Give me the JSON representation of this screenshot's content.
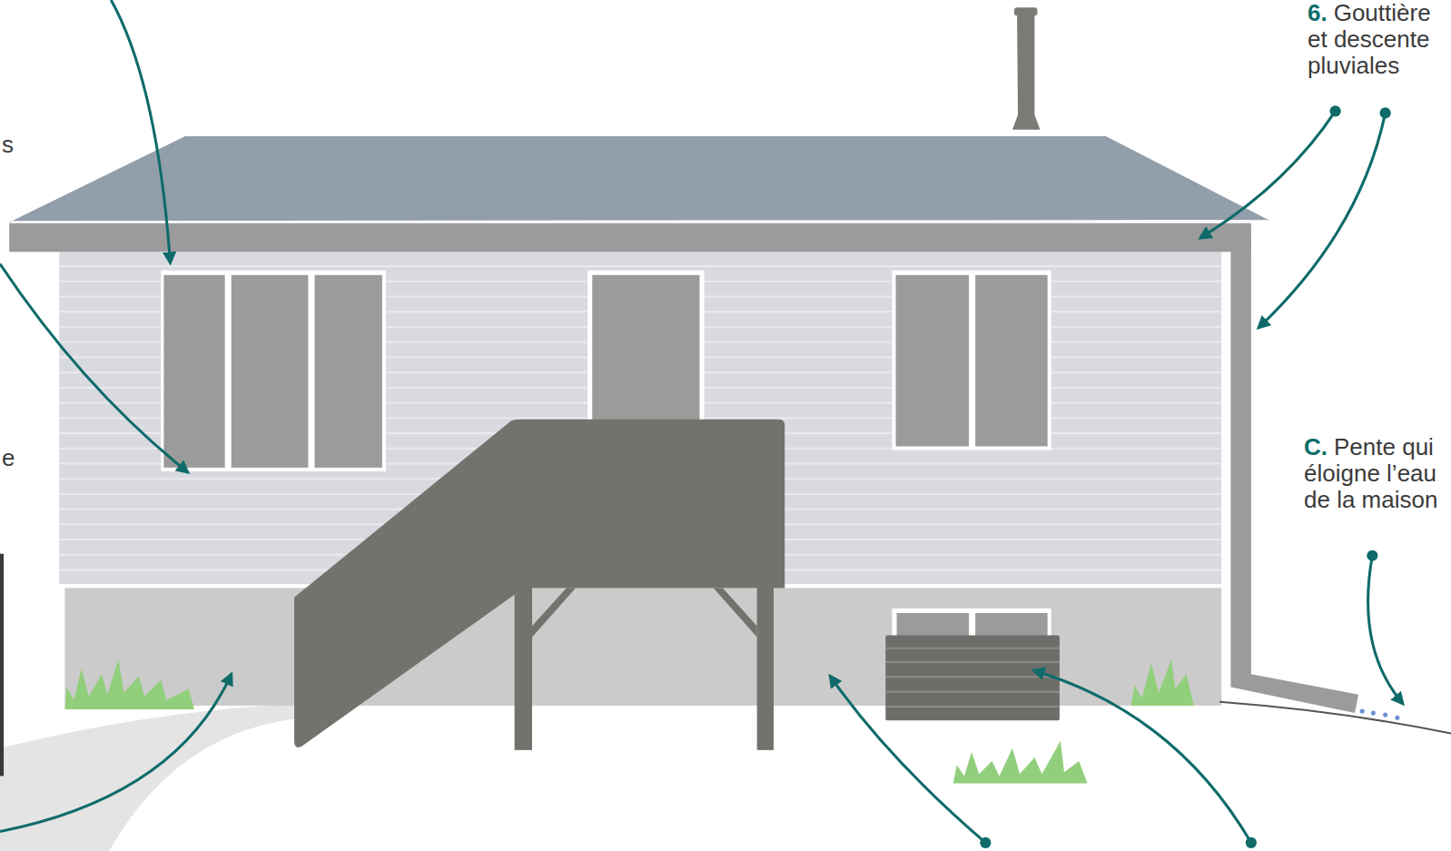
{
  "diagram": {
    "labels": [
      "6.",
      "Gouttière et descente pluviales",
      "C.",
      "Pente qui éloigne l’eau de la maison",
      "s",
      "e"
    ]
  }
}
